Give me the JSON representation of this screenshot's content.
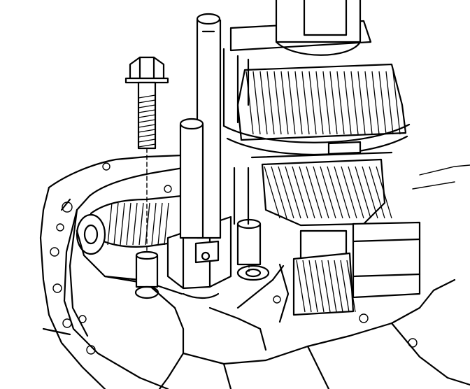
{
  "figure": {
    "labels": [],
    "colors": {
      "line": "#000000",
      "background": "#ffffff"
    },
    "parts": [
      "housing",
      "countershaft-gear-upper",
      "countershaft-gear-lower",
      "shift-rail-long",
      "shift-rail-short",
      "bolt",
      "dowel-sleeve",
      "shift-drum",
      "shift-fork-bracket",
      "output-gear"
    ]
  }
}
